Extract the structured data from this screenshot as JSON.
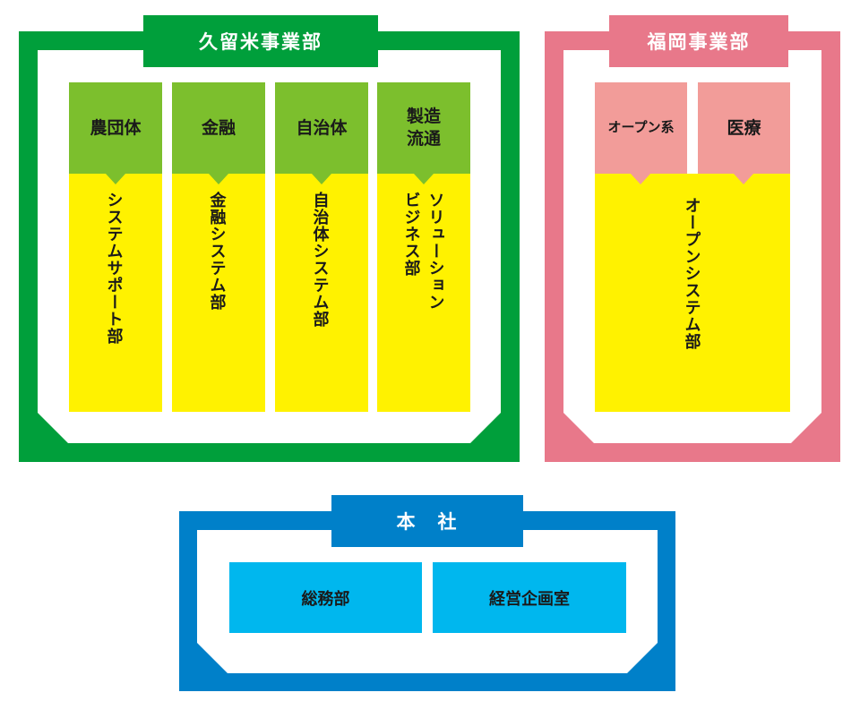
{
  "colors": {
    "green": "#009f3b",
    "light_green": "#7cbf2d",
    "yellow": "#fff200",
    "pink": "#e8788a",
    "light_pink": "#f29c99",
    "blue": "#0080c9",
    "sky": "#00b7ee"
  },
  "kurume": {
    "title": "久留米事業部",
    "columns": [
      {
        "head": "農団体",
        "body": "システムサポート部"
      },
      {
        "head": "金融",
        "body": "金融システム部"
      },
      {
        "head": "自治体",
        "body": "自治体システム部"
      },
      {
        "head": "製造\n流通",
        "body_line1": "ソリューション",
        "body_line2": "ビジネス部"
      }
    ]
  },
  "fukuoka": {
    "title": "福岡事業部",
    "heads": [
      "オープン系",
      "医療"
    ],
    "body": "オープンシステム部"
  },
  "honsha": {
    "title": "本　社",
    "boxes": [
      "総務部",
      "経営企画室"
    ]
  }
}
